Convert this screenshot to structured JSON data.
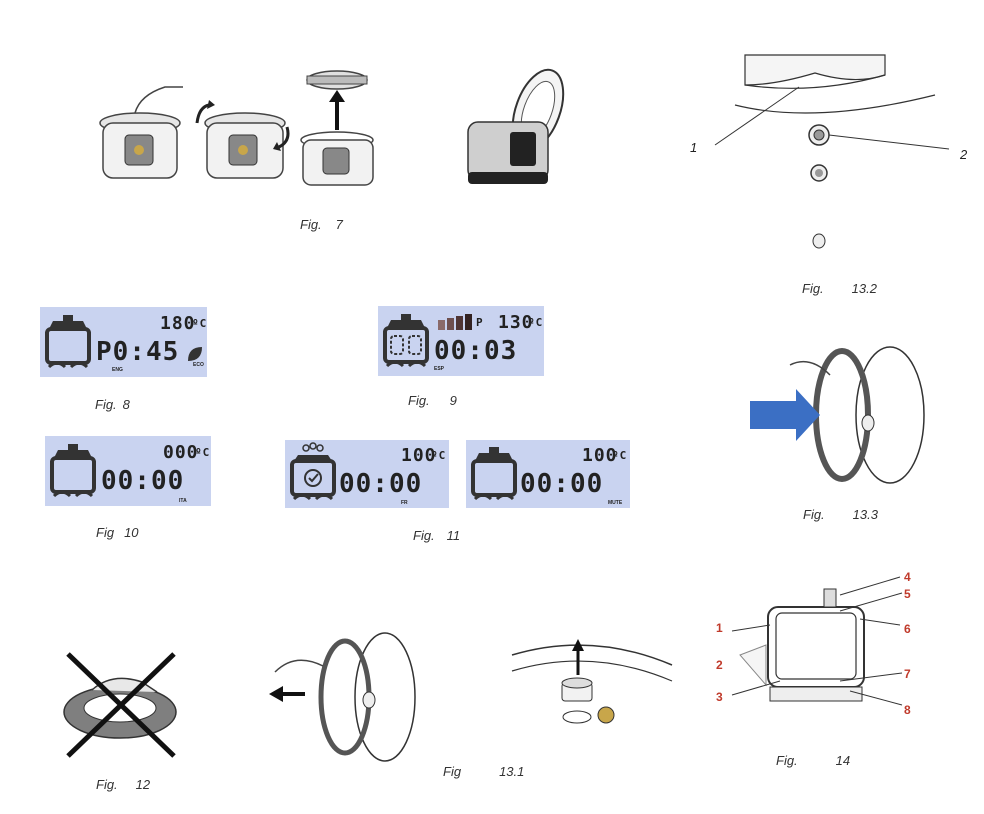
{
  "figures": {
    "fig7": {
      "label": "Fig.",
      "number": "7"
    },
    "fig8": {
      "label": "Fig.",
      "number": "8",
      "display": {
        "temp": "180",
        "unit": "ºC",
        "time": "P0:45",
        "mode": "ENG",
        "badge": "ECO"
      }
    },
    "fig9": {
      "label": "Fig.",
      "number": "9",
      "display": {
        "temp": "130",
        "unit": "ºC",
        "time": "00:03",
        "mode": "ESP",
        "pressure_mark": "P"
      }
    },
    "fig10": {
      "label": "Fig",
      "number": "10",
      "display": {
        "temp": "000",
        "unit": "ºC",
        "time": "00:00",
        "mode": "ITA"
      }
    },
    "fig11": {
      "label": "Fig.",
      "number": "11",
      "display_a": {
        "temp": "100",
        "unit": "ºC",
        "time": "00:00",
        "mode": "FR"
      },
      "display_b": {
        "temp": "100",
        "unit": "ºC",
        "time": "00:00",
        "mode": "MUTE"
      }
    },
    "fig12": {
      "label": "Fig.",
      "number": "12"
    },
    "fig13_1": {
      "label": "Fig",
      "number": "13.1"
    },
    "fig13_2": {
      "label": "Fig.",
      "number": "13.2",
      "callouts": [
        "1",
        "2"
      ]
    },
    "fig13_3": {
      "label": "Fig.",
      "number": "13.3"
    },
    "fig14": {
      "label": "Fig.",
      "number": "14",
      "parts": [
        "1",
        "2",
        "3",
        "4",
        "5",
        "6",
        "7",
        "8"
      ]
    }
  },
  "colors": {
    "lcd_bg": "#c9d3f0",
    "arrow_blue": "#3b6fc4",
    "part_label_red": "#c03a2b"
  },
  "icons": [
    "pressure-cooker-icon",
    "eco-leaf-icon",
    "pressure-bars-icon",
    "no-cleaning-cross-icon",
    "up-arrow-icon",
    "left-arrow-icon"
  ]
}
